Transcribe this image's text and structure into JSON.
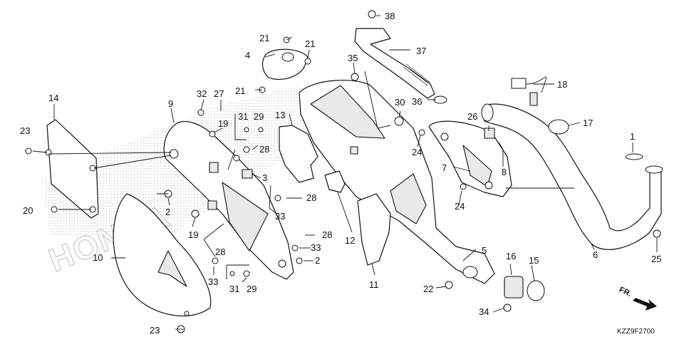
{
  "diagram": {
    "watermark": "HONDA",
    "diagram_code": "KZZ9F2700",
    "direction_label": "FR.",
    "callouts": [
      {
        "id": "c1",
        "text": "1"
      },
      {
        "id": "c2a",
        "text": "2"
      },
      {
        "id": "c2b",
        "text": "2"
      },
      {
        "id": "c3",
        "text": "3"
      },
      {
        "id": "c4",
        "text": "4"
      },
      {
        "id": "c5",
        "text": "5"
      },
      {
        "id": "c6",
        "text": "6"
      },
      {
        "id": "c7",
        "text": "7"
      },
      {
        "id": "c8",
        "text": "8"
      },
      {
        "id": "c9",
        "text": "9"
      },
      {
        "id": "c10",
        "text": "10"
      },
      {
        "id": "c11",
        "text": "11"
      },
      {
        "id": "c12",
        "text": "12"
      },
      {
        "id": "c13",
        "text": "13"
      },
      {
        "id": "c14",
        "text": "14"
      },
      {
        "id": "c15",
        "text": "15"
      },
      {
        "id": "c16",
        "text": "16"
      },
      {
        "id": "c17",
        "text": "17"
      },
      {
        "id": "c18",
        "text": "18"
      },
      {
        "id": "c19a",
        "text": "19"
      },
      {
        "id": "c19b",
        "text": "19"
      },
      {
        "id": "c20",
        "text": "20"
      },
      {
        "id": "c21a",
        "text": "21"
      },
      {
        "id": "c21b",
        "text": "21"
      },
      {
        "id": "c21c",
        "text": "21"
      },
      {
        "id": "c22",
        "text": "22"
      },
      {
        "id": "c23a",
        "text": "23"
      },
      {
        "id": "c23b",
        "text": "23"
      },
      {
        "id": "c24a",
        "text": "24"
      },
      {
        "id": "c24b",
        "text": "24"
      },
      {
        "id": "c25",
        "text": "25"
      },
      {
        "id": "c26",
        "text": "26"
      },
      {
        "id": "c27",
        "text": "27"
      },
      {
        "id": "c28a",
        "text": "28"
      },
      {
        "id": "c28b",
        "text": "28"
      },
      {
        "id": "c28c",
        "text": "28"
      },
      {
        "id": "c28d",
        "text": "28"
      },
      {
        "id": "c29a",
        "text": "29"
      },
      {
        "id": "c29b",
        "text": "29"
      },
      {
        "id": "c30",
        "text": "30"
      },
      {
        "id": "c31a",
        "text": "31"
      },
      {
        "id": "c31b",
        "text": "31"
      },
      {
        "id": "c32",
        "text": "32"
      },
      {
        "id": "c33a",
        "text": "33"
      },
      {
        "id": "c33b",
        "text": "33"
      },
      {
        "id": "c33c",
        "text": "33"
      },
      {
        "id": "c34",
        "text": "34"
      },
      {
        "id": "c35",
        "text": "35"
      },
      {
        "id": "c36",
        "text": "36"
      },
      {
        "id": "c37",
        "text": "37"
      },
      {
        "id": "c38",
        "text": "38"
      }
    ]
  }
}
